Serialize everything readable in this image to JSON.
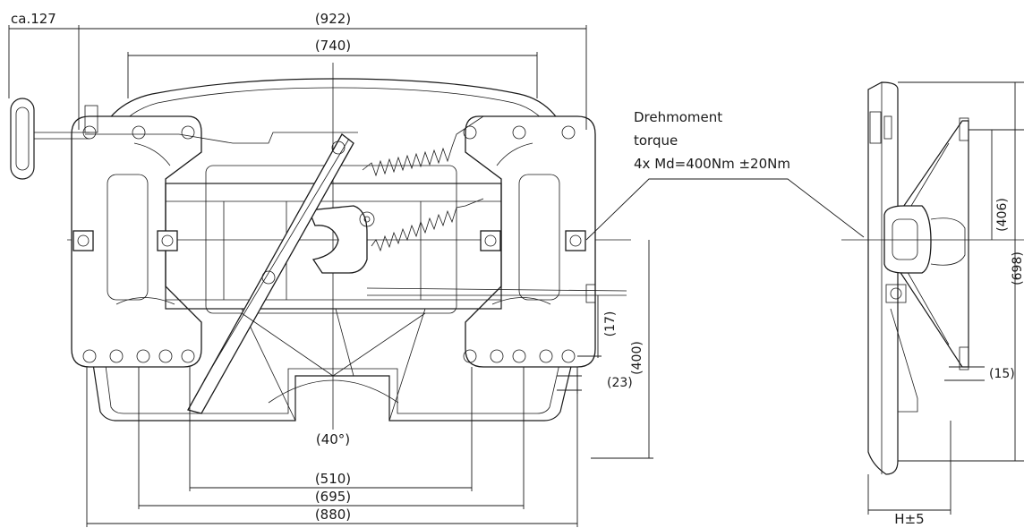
{
  "dimensions": {
    "overhang": "ca.127",
    "overall_width": "(922)",
    "frame_width": "(740)",
    "base_510": "(510)",
    "base_695": "(695)",
    "base_880": "(880)",
    "angle": "(40°)",
    "dim_17": "(17)",
    "dim_23": "(23)",
    "dim_400": "(400)",
    "dim_406": "(406)",
    "dim_698": "(698)",
    "dim_15": "(15)",
    "height": "H±5"
  },
  "torque_note": {
    "line1": "Drehmoment",
    "line2": "torque",
    "line3": "4x Md=400Nm ±20Nm"
  }
}
